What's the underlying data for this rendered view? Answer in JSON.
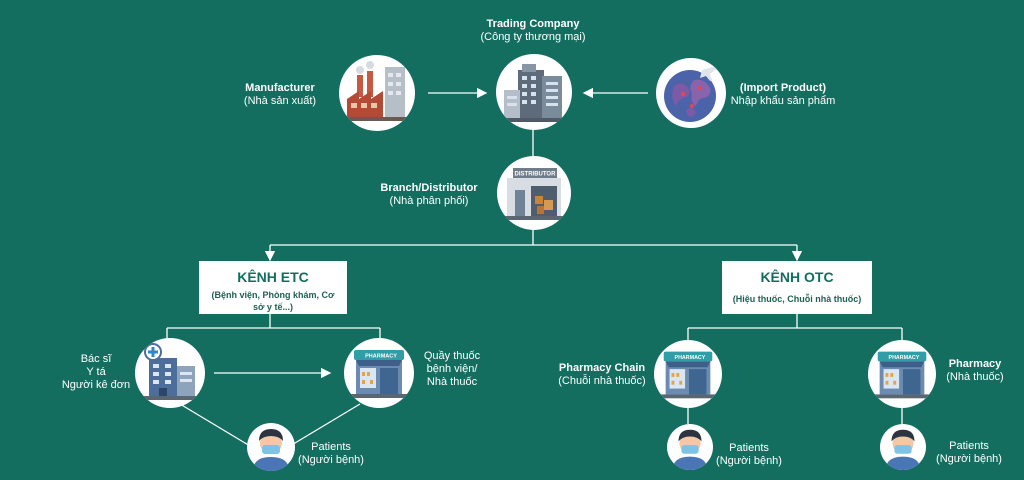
{
  "nodes": {
    "trading": {
      "title": "Trading Company",
      "subtitle": "(Công ty thương mại)"
    },
    "manufacturer": {
      "title": "Manufacturer",
      "subtitle": "(Nhà sản xuất)"
    },
    "import": {
      "title": "(Import Product)",
      "subtitle": "Nhập khẩu sản phẩm"
    },
    "distributor": {
      "title": "Branch/Distributor",
      "subtitle": "(Nhà phân phối)",
      "sign": "DISTRIBUTOR"
    },
    "etc": {
      "title": "KÊNH ETC",
      "subtitle": "(Bệnh viện, Phòng khám, Cơ sở y tế...)"
    },
    "otc": {
      "title": "KÊNH OTC",
      "subtitle": "(Hiệu thuốc, Chuỗi nhà thuốc)"
    },
    "doctor": {
      "line1": "Bác sĩ",
      "line2": "Y tá",
      "line3": "Người kê đơn"
    },
    "hospital_pharmacy": {
      "line1": "Quầy thuốc",
      "line2": "bệnh viện/",
      "line3": "Nhà thuốc"
    },
    "pharmacy_chain": {
      "title": "Pharmacy Chain",
      "subtitle": "(Chuỗi nhà thuốc)"
    },
    "pharmacy": {
      "title": "Pharmacy",
      "subtitle": "(Nhà thuốc)"
    },
    "patients_etc": {
      "title": "Patients",
      "subtitle": "(Người bệnh)"
    },
    "patients_chain": {
      "title": "Patients",
      "subtitle": "(Người bệnh)"
    },
    "patients_pharmacy": {
      "title": "Patients",
      "subtitle": "(Người bệnh)"
    }
  },
  "signs": {
    "pharmacy": "PHARMACY"
  },
  "colors": {
    "background": "#136e60",
    "line": "#ffffff",
    "box_text": "#136e60"
  }
}
